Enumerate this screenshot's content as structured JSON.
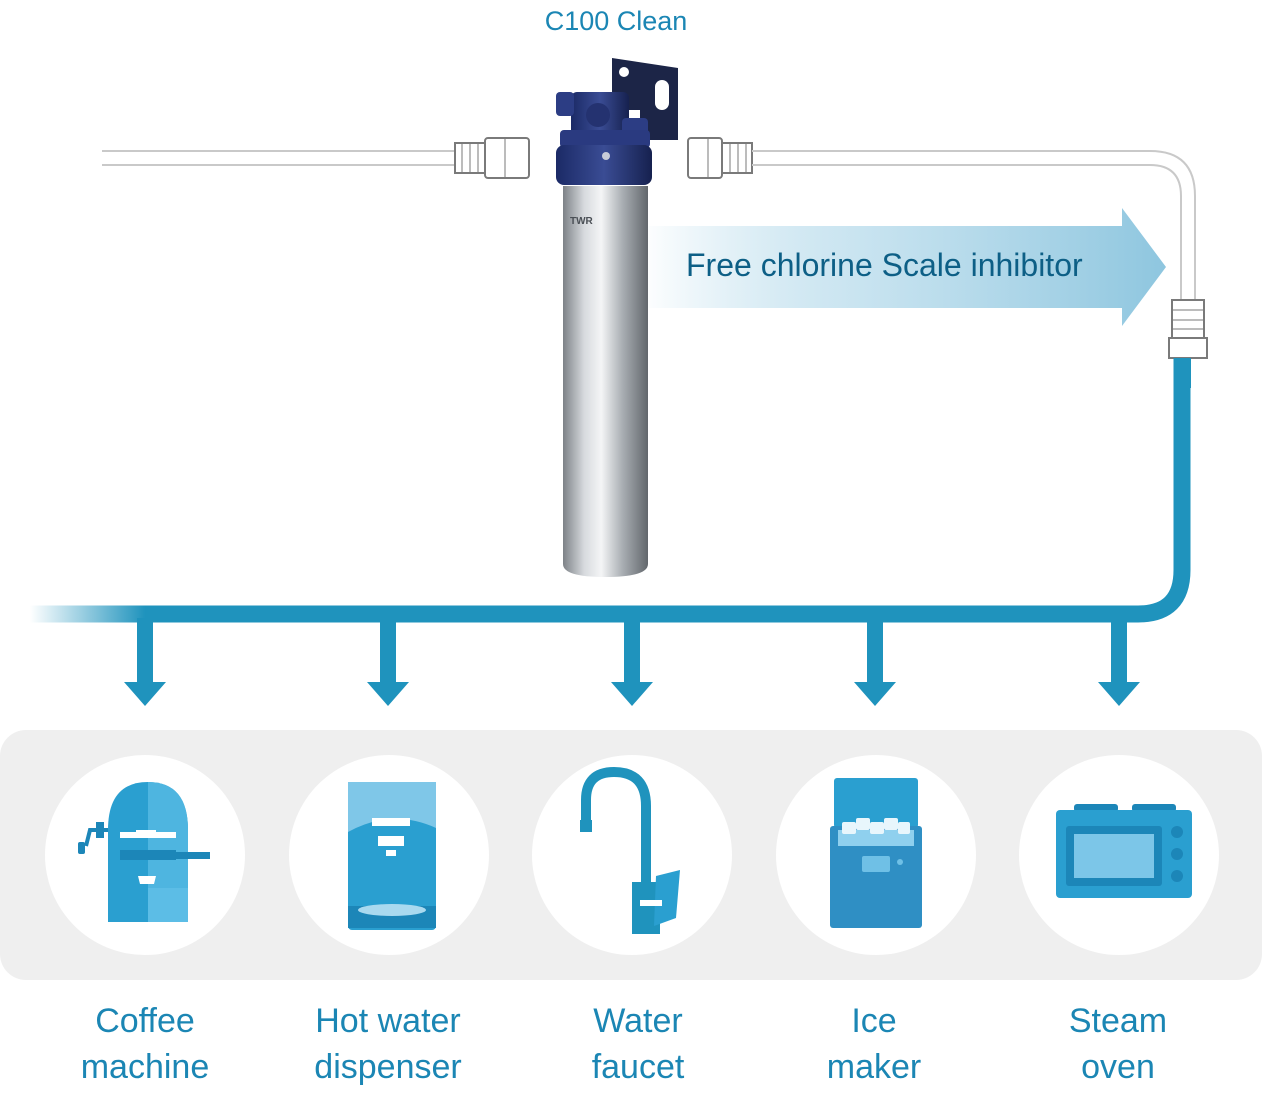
{
  "diagram": {
    "product_name": "C100 Clean",
    "filter_logo": "TWR",
    "output_label": "Free chlorine Scale inhibitor",
    "colors": {
      "pipe_blue": "#1f93bd",
      "text_blue": "#1b86b4",
      "dark_text": "#0d5f86",
      "panel_gray": "#efefef",
      "appliance_blue": "#2a9fd0"
    },
    "appliances": [
      {
        "line1": "Coffee",
        "line2": "machine",
        "icon": "coffee-machine-icon"
      },
      {
        "line1": "Hot water",
        "line2": "dispenser",
        "icon": "water-dispenser-icon"
      },
      {
        "line1": "Water",
        "line2": "faucet",
        "icon": "faucet-icon"
      },
      {
        "line1": "Ice",
        "line2": "maker",
        "icon": "ice-maker-icon"
      },
      {
        "line1": "Steam",
        "line2": "oven",
        "icon": "steam-oven-icon"
      }
    ]
  }
}
